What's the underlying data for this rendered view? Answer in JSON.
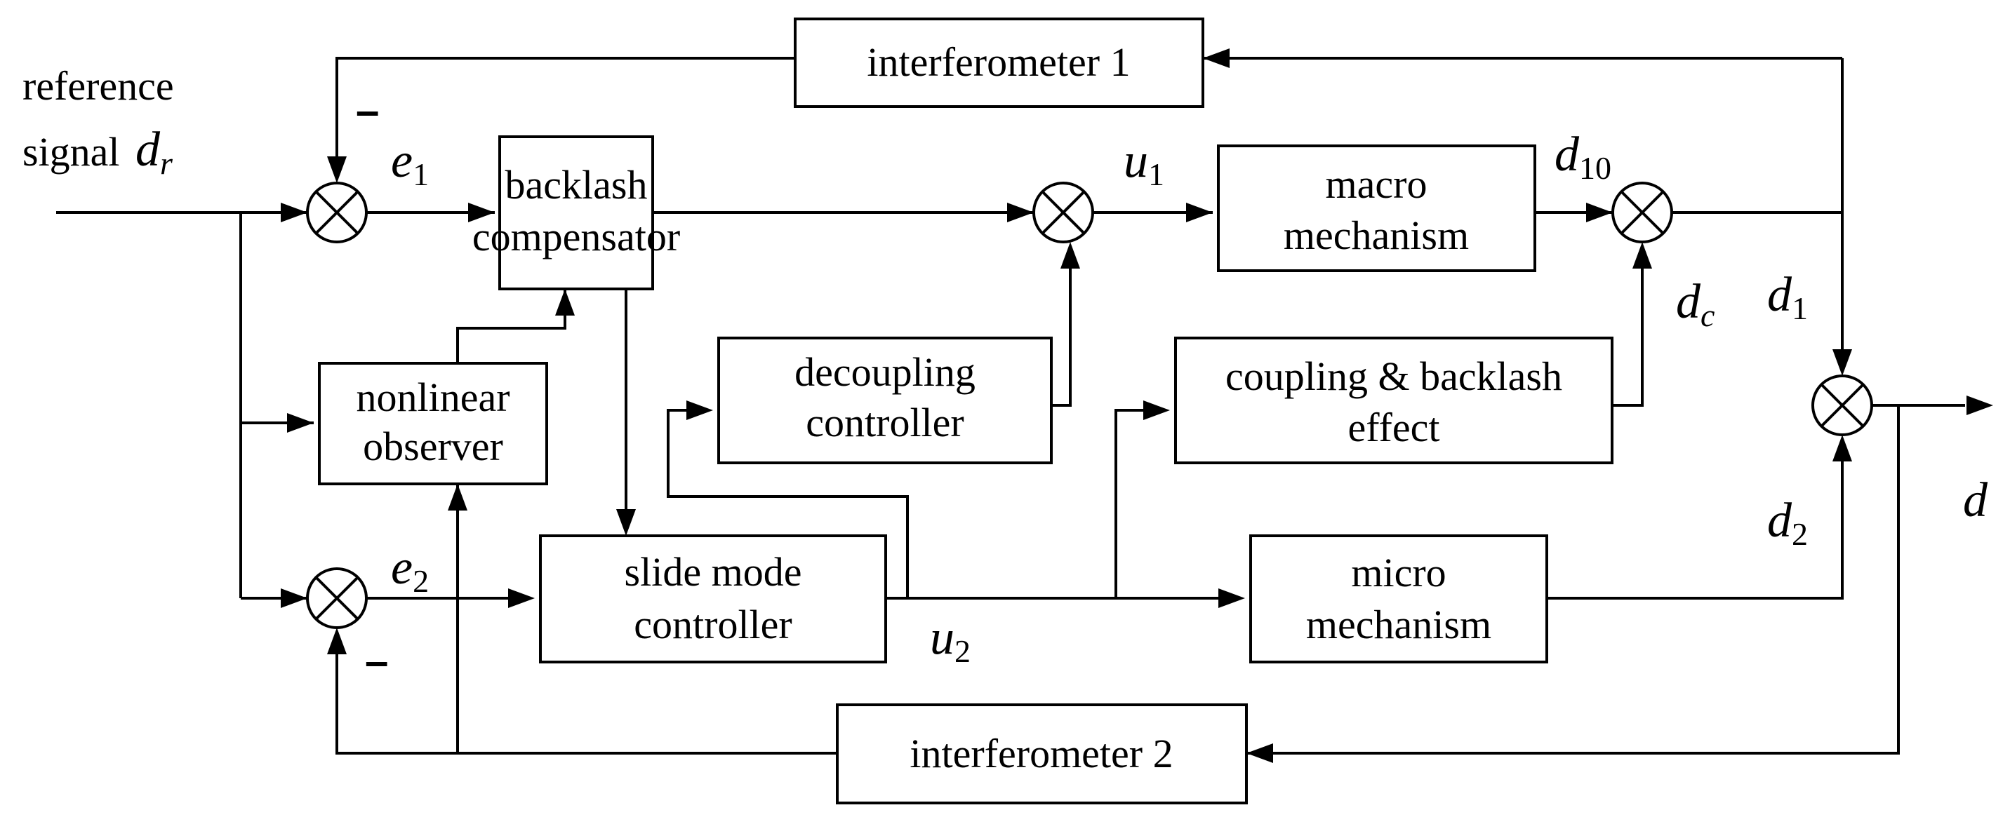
{
  "blocks": {
    "interferometer_1": "interferometer 1",
    "interferometer_2": "interferometer 2",
    "backlash_compensator": [
      "backlash",
      "compensator"
    ],
    "nonlinear_observer": [
      "nonlinear",
      "observer"
    ],
    "decoupling_controller": [
      "decoupling",
      "controller"
    ],
    "slide_mode_controller": [
      "slide mode",
      "controller"
    ],
    "macro_mechanism": [
      "macro",
      "mechanism"
    ],
    "micro_mechanism": [
      "micro",
      "mechanism"
    ],
    "coupling_backlash_effect": [
      "coupling & backlash",
      "effect"
    ]
  },
  "signals": {
    "reference_label": "reference",
    "signal_word": "signal",
    "dr": {
      "base": "d",
      "sub": "r"
    },
    "e1": {
      "base": "e",
      "sub": "1"
    },
    "e2": {
      "base": "e",
      "sub": "2"
    },
    "u1": {
      "base": "u",
      "sub": "1"
    },
    "u2": {
      "base": "u",
      "sub": "2"
    },
    "d10": {
      "base": "d",
      "sub": "10"
    },
    "dc": {
      "base": "d",
      "sub": "c"
    },
    "d1": {
      "base": "d",
      "sub": "1"
    },
    "d2": {
      "base": "d",
      "sub": "2"
    },
    "d": "d"
  },
  "signs": {
    "sum_e1_minus": "–",
    "sum_e2_minus": "–"
  }
}
